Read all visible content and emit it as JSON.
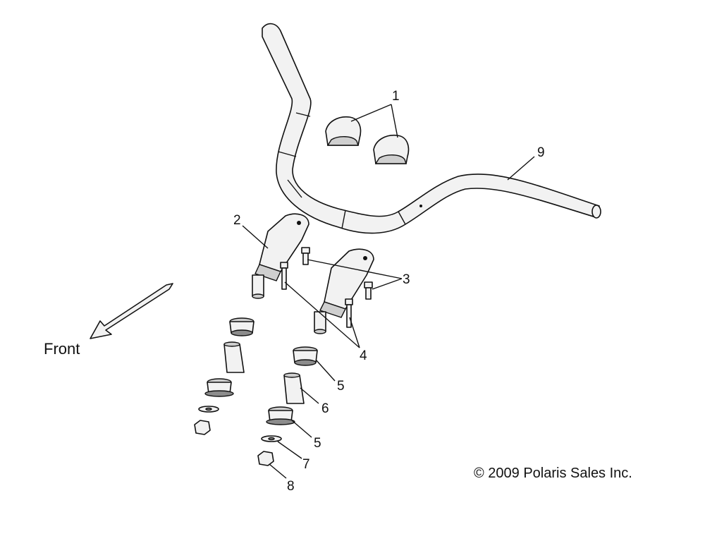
{
  "diagram": {
    "front_label": "Front",
    "copyright": "© 2009 Polaris Sales Inc.",
    "callouts": [
      "1",
      "2",
      "3",
      "4",
      "5",
      "6",
      "5",
      "7",
      "8",
      "9"
    ]
  }
}
